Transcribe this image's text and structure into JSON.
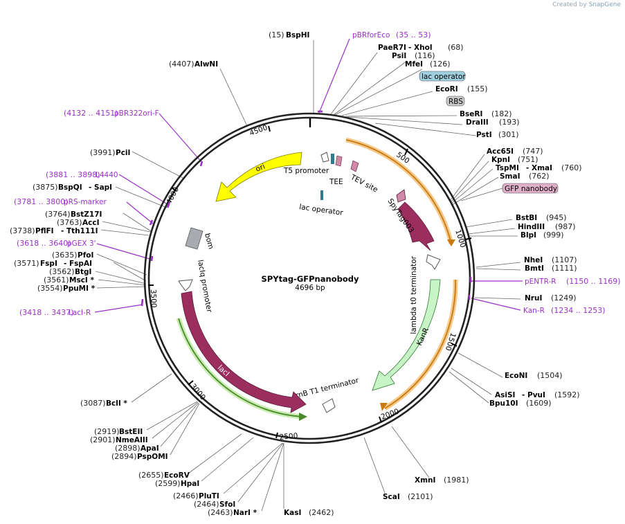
{
  "credit": {
    "prefix": "Created by",
    "brand": "SnapGene"
  },
  "plasmid": {
    "name": "SPYtag-GFPnanobody",
    "length": "4696 bp"
  },
  "ticks": [
    "500",
    "1000",
    "1500",
    "2000",
    "2500",
    "3000",
    "3500",
    "4000",
    "4500"
  ],
  "features": {
    "ori": "ori",
    "t5": "T5 promoter",
    "tee": "TEE",
    "tev": "TEV site",
    "lacop": "lac operator",
    "spytag": "SpyTag003",
    "bom": "bom",
    "laciq": "lacIq promoter",
    "laci": "lacI",
    "lambda": "lambda t0 terminator",
    "kanr": "KanR",
    "rrnb": "rrnB T1 terminator"
  },
  "boxed": {
    "lacop": "lac operator",
    "rbs": "RBS",
    "gfp": "GFP nanobody"
  },
  "sites": {
    "bsphi": {
      "name": "BspHI",
      "pos": "(15)"
    },
    "paer7i": {
      "name": "PaeR7I",
      "extra": "- XhoI",
      "pos": "(68)"
    },
    "psii": {
      "name": "PsiI",
      "pos": "(116)"
    },
    "mfei": {
      "name": "MfeI",
      "pos": "(126)"
    },
    "ecori": {
      "name": "EcoRI",
      "pos": "(155)"
    },
    "beri": {
      "name": "BseRI",
      "pos": "(182)"
    },
    "draiii": {
      "name": "DraIII",
      "pos": "(193)"
    },
    "psti": {
      "name": "PstI",
      "pos": "(301)"
    },
    "acc65i": {
      "name": "Acc65I",
      "pos": "(747)"
    },
    "kpni": {
      "name": "KpnI",
      "pos": "(751)"
    },
    "tspmi": {
      "name": "TspMI",
      "extra": "- XmaI",
      "pos": "(760)"
    },
    "smai": {
      "name": "SmaI",
      "pos": "(762)"
    },
    "bstbi": {
      "name": "BstBI",
      "pos": "(945)"
    },
    "hindiii": {
      "name": "HindIII",
      "pos": "(987)"
    },
    "blpi": {
      "name": "BlpI",
      "pos": "(999)"
    },
    "nhei": {
      "name": "NheI",
      "pos": "(1107)"
    },
    "bmti": {
      "name": "BmtI",
      "pos": "(1111)"
    },
    "nrui": {
      "name": "NruI",
      "pos": "(1249)"
    },
    "econi": {
      "name": "EcoNI",
      "pos": "(1504)"
    },
    "asisi": {
      "name": "AsiSI",
      "extra": "- PvuI",
      "pos": "(1592)"
    },
    "bpu10i": {
      "name": "Bpu10I",
      "pos": "(1609)"
    },
    "xmni": {
      "name": "XmnI",
      "pos": "(1981)"
    },
    "scai": {
      "name": "ScaI",
      "pos": "(2101)"
    },
    "kasi": {
      "name": "KasI",
      "pos": "(2462)"
    },
    "nari": {
      "name": "NarI *",
      "pos": "(2463)"
    },
    "sfoi": {
      "name": "SfoI",
      "pos": "(2464)"
    },
    "pluti": {
      "name": "PluTI",
      "pos": "(2466)"
    },
    "hpai": {
      "name": "HpaI",
      "pos": "(2599)"
    },
    "ecorv": {
      "name": "EcoRV",
      "pos": "(2655)"
    },
    "pspomi": {
      "name": "PspOMI",
      "pos": "(2894)"
    },
    "apai": {
      "name": "ApaI",
      "pos": "(2898)"
    },
    "nmeaiii": {
      "name": "NmeAIII",
      "pos": "(2901)"
    },
    "bsteii": {
      "name": "BstEII",
      "pos": "(2919)"
    },
    "bcli": {
      "name": "BclI *",
      "pos": "(3087)"
    },
    "ppumi": {
      "name": "PpuMI *",
      "pos": "(3554)"
    },
    "msci": {
      "name": "MscI *",
      "pos": "(3561)"
    },
    "btgi": {
      "name": "BtgI",
      "pos": "(3562)"
    },
    "fspi": {
      "name": "FspI",
      "extra": "- FspAI",
      "pos": "(3571)"
    },
    "pfoi": {
      "name": "PfoI",
      "pos": "(3635)"
    },
    "pflfi": {
      "name": "PflFI",
      "extra": "- Tth111I",
      "pos": "(3738)"
    },
    "acci": {
      "name": "AccI",
      "pos": "(3763)"
    },
    "bstz17i": {
      "name": "BstZ17I",
      "pos": "(3764)"
    },
    "bspqi": {
      "name": "BspQI",
      "extra": "- SapI",
      "pos": "(3875)"
    },
    "pcii": {
      "name": "PciI",
      "pos": "(3991)"
    },
    "alwni": {
      "name": "AlwNI",
      "pos": "(4407)"
    }
  },
  "primers": {
    "pbrforeco": {
      "name": "pBRforEco",
      "range": "(35 .. 53)"
    },
    "pentr": {
      "name": "pENTR-R",
      "range": "(1150 .. 1169)"
    },
    "kanr": {
      "name": "Kan-R",
      "range": "(1234 .. 1253)"
    },
    "laci": {
      "name": "LacI-R",
      "range": "(3418 .. 3437)"
    },
    "pgex": {
      "name": "pGEX 3'",
      "range": "(3618 .. 3640)"
    },
    "prs": {
      "name": "pRS-marker",
      "range": "(3781 .. 3800)"
    },
    "l4440": {
      "name": "L4440",
      "range": "(3881 .. 3898)"
    },
    "pbr322": {
      "name": "pBR322ori-F",
      "range": "(4132 .. 4151)"
    }
  },
  "colors": {
    "ori": "#ffff00",
    "spytag": "#9b2d5f",
    "laci": "#9b2d5f",
    "kanr": "#c8f5c8",
    "highlight_orange": "#f5a623",
    "highlight_green": "#7ec850",
    "primer": "#9b30c8",
    "lacop_box": "#9fcfdf",
    "rbs_box": "#c8c8c8",
    "gfp_box": "#e0b0c8"
  }
}
